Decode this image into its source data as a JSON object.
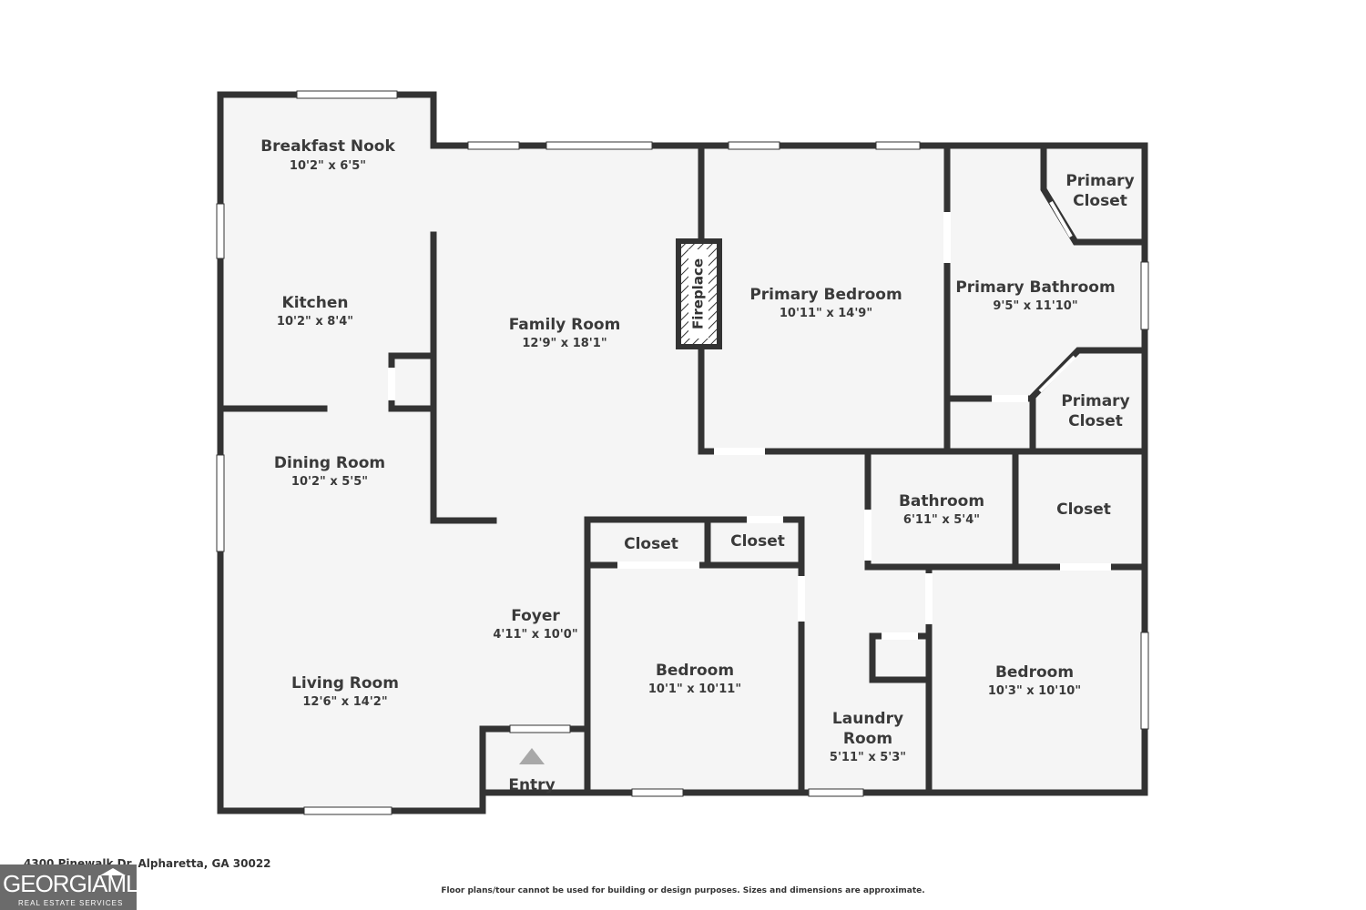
{
  "rooms": {
    "breakfast_nook": {
      "name": "Breakfast Nook",
      "dims": "10'2\" x 6'5\""
    },
    "kitchen": {
      "name": "Kitchen",
      "dims": "10'2\" x 8'4\""
    },
    "family_room": {
      "name": "Family Room",
      "dims": "12'9\" x 18'1\""
    },
    "primary_bedroom": {
      "name": "Primary Bedroom",
      "dims": "10'11\" x 14'9\""
    },
    "primary_closet_top": {
      "name_line1": "Primary",
      "name_line2": "Closet"
    },
    "primary_bathroom": {
      "name": "Primary Bathroom",
      "dims": "9'5\" x 11'10\""
    },
    "primary_closet_bottom": {
      "name_line1": "Primary",
      "name_line2": "Closet"
    },
    "dining_room": {
      "name": "Dining Room",
      "dims": "10'2\" x 5'5\""
    },
    "bathroom": {
      "name": "Bathroom",
      "dims": "6'11\" x 5'4\""
    },
    "closet_right": {
      "name": "Closet"
    },
    "closet_a": {
      "name": "Closet"
    },
    "closet_b": {
      "name": "Closet"
    },
    "foyer": {
      "name": "Foyer",
      "dims": "4'11\" x 10'0\""
    },
    "bedroom_center": {
      "name": "Bedroom",
      "dims": "10'1\" x 10'11\""
    },
    "bedroom_right": {
      "name": "Bedroom",
      "dims": "10'3\" x 10'10\""
    },
    "living_room": {
      "name": "Living Room",
      "dims": "12'6\" x 14'2\""
    },
    "laundry_room": {
      "name_line1": "Laundry",
      "name_line2": "Room",
      "dims": "5'11\" x 5'3\""
    }
  },
  "labels": {
    "fireplace": "Fireplace",
    "entry": "Entry"
  },
  "footer": {
    "address": "4300 Pinewalk Dr, Alpharetta, GA 30022",
    "disclaimer": "Floor plans/tour cannot be used for building or design purposes. Sizes and dimensions are approximate.",
    "logo_main": "GEORGIAMLS",
    "logo_sub": "REAL ESTATE SERVICES"
  },
  "colors": {
    "wall": "#333333",
    "floor": "#f5f5f5",
    "window": "#ffffff",
    "entry_arrow": "#a8a8a8"
  }
}
